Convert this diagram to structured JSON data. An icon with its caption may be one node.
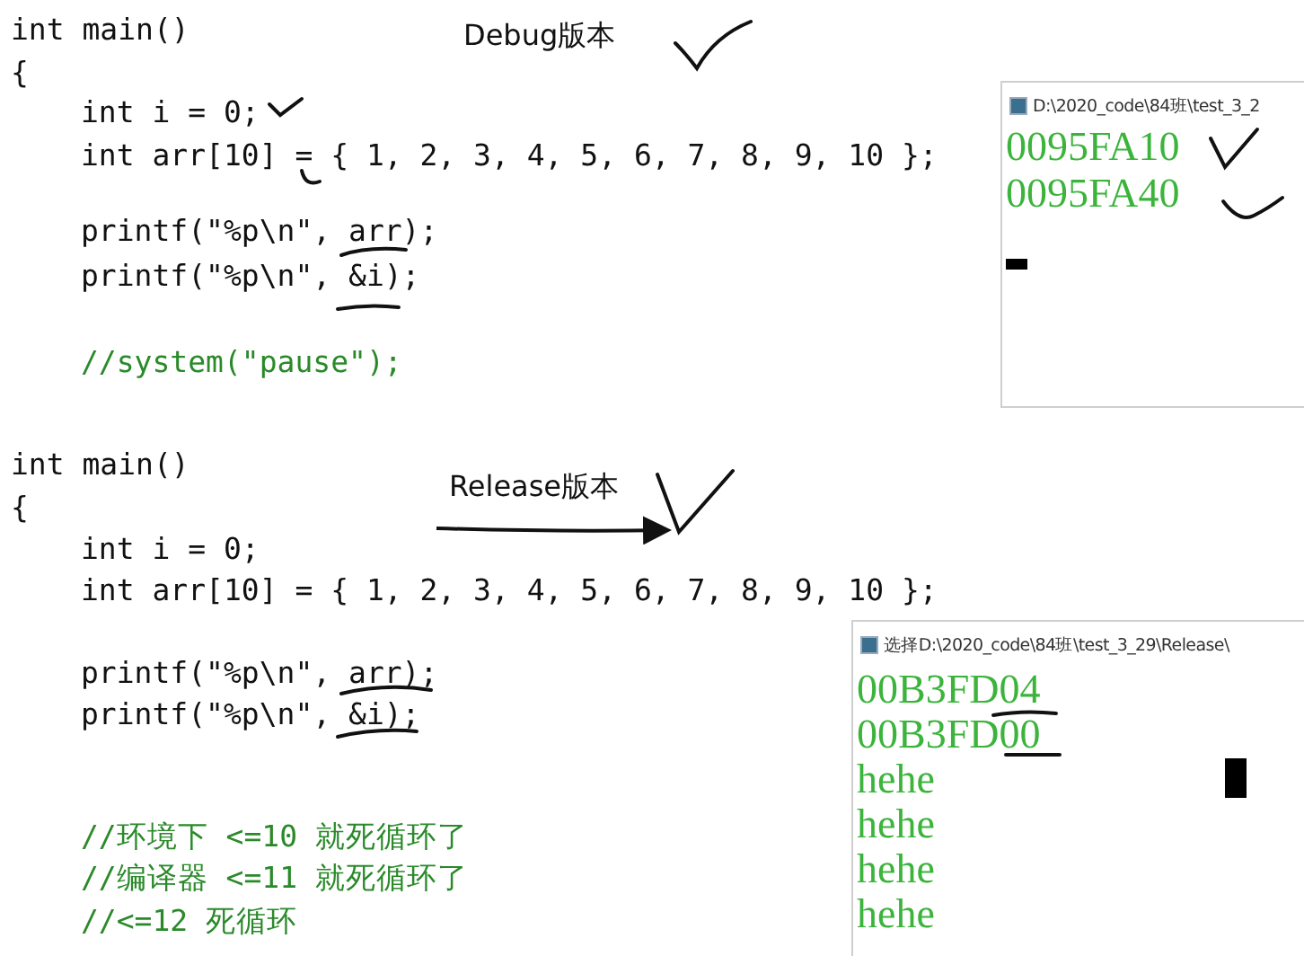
{
  "diagram": {
    "nodes": [
      {
        "text": [
          "D:\\2020_code\\84班\\test_3_2",
          "0095FA10",
          "0095FA40"
        ]
      },
      {
        "text": [
          "选择D:\\2020_code\\84班\\test_3_29\\Release\\",
          "00B3FD04",
          "00B3FD00",
          "hehe",
          "hehe",
          "hehe",
          "hehe"
        ]
      }
    ],
    "labels": [
      "int main()",
      "Debug版本",
      "{",
      "int i = 0;",
      "int arr[10] = { 1, 2, 3, 4, 5, 6, 7, 8, 9, 10 };",
      "printf(\"%p\\n\", arr);",
      "printf(\"%p\\n\", &i);",
      "//system(\"pause\");",
      "int main()",
      "Release版本",
      "{",
      "int i = 0;",
      "int arr[10] = { 1, 2, 3, 4, 5, 6, 7, 8, 9, 10 };",
      "printf(\"%p\\n\", arr);",
      "printf(\"%p\\n\", &i);",
      "//环境下 <=10 就死循环了",
      "//编译器 <=11 就死循环了",
      "//<=12 死循环"
    ]
  }
}
